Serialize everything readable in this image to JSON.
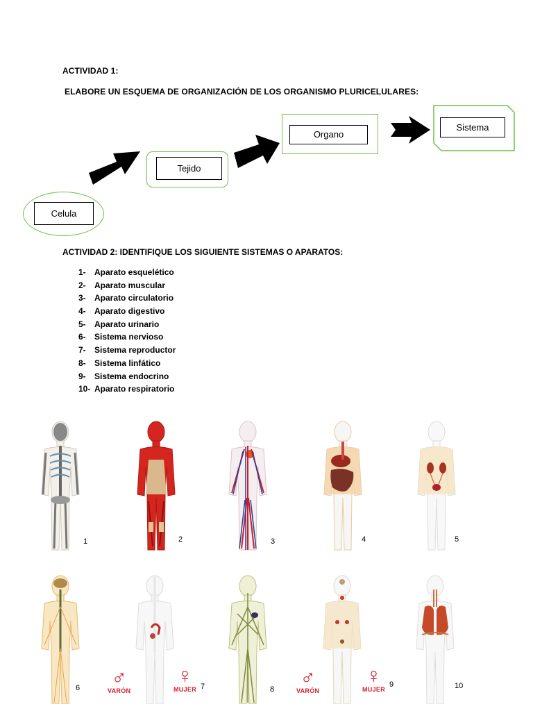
{
  "activity1": {
    "title": "ACTIVIDAD 1:",
    "instruction": "ELABORE UN ESQUEMA DE ORGANIZACIÓN DE LOS ORGANISMO PLURICELULARES:",
    "levels": [
      "Celula",
      "Tejido",
      "Organo",
      "Sistema"
    ]
  },
  "activity2": {
    "title": "ACTIVIDAD 2:",
    "instruction": " IDENTIFIQUE LOS SIGUIENTE SISTEMAS O APARATOS:",
    "items": [
      {
        "num": "1-",
        "label": "Aparato esquelético"
      },
      {
        "num": "2-",
        "label": "Aparato muscular"
      },
      {
        "num": "3-",
        "label": "Aparato circulatorio"
      },
      {
        "num": "4-",
        "label": "Aparato digestivo"
      },
      {
        "num": "5-",
        "label": "Aparato urinario"
      },
      {
        "num": "6-",
        "label": "Sistema nervioso"
      },
      {
        "num": "7-",
        "label": "Sistema reproductor"
      },
      {
        "num": "8-",
        "label": "Sistema linfático"
      },
      {
        "num": "9-",
        "label": "Sistema endocrino"
      },
      {
        "num": "10-",
        "label": "Aparato respiratorio"
      }
    ]
  },
  "figures": {
    "numbers": [
      "1",
      "2",
      "3",
      "4",
      "5",
      "6",
      "7",
      "8",
      "9",
      "10"
    ],
    "male_label": "VARÓN",
    "female_label": "MUJER",
    "male_symbol": "♂",
    "female_symbol": "♀"
  },
  "colors": {
    "green_border": "#6fbf4a",
    "symbol_red": "#d31f26"
  }
}
